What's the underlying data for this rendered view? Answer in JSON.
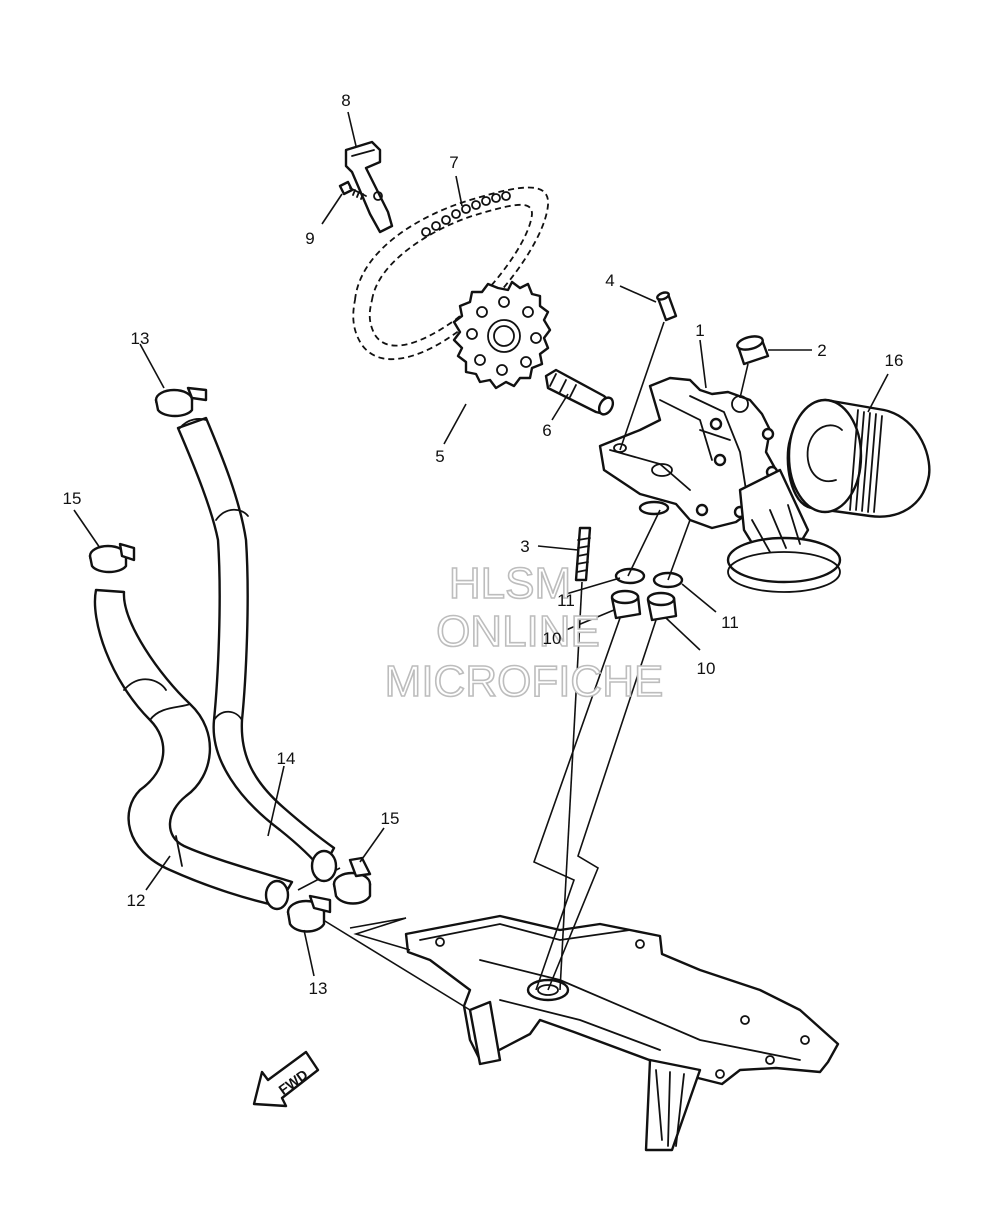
{
  "callouts": [
    {
      "id": "c1",
      "label": "1"
    },
    {
      "id": "c2",
      "label": "2"
    },
    {
      "id": "c3",
      "label": "3"
    },
    {
      "id": "c4",
      "label": "4"
    },
    {
      "id": "c5",
      "label": "5"
    },
    {
      "id": "c6",
      "label": "6"
    },
    {
      "id": "c7",
      "label": "7"
    },
    {
      "id": "c8",
      "label": "8"
    },
    {
      "id": "c9",
      "label": "9"
    },
    {
      "id": "c10a",
      "label": "10"
    },
    {
      "id": "c10b",
      "label": "10"
    },
    {
      "id": "c11a",
      "label": "11"
    },
    {
      "id": "c11b",
      "label": "11"
    },
    {
      "id": "c12",
      "label": "12"
    },
    {
      "id": "c13a",
      "label": "13"
    },
    {
      "id": "c13b",
      "label": "13"
    },
    {
      "id": "c14",
      "label": "14"
    },
    {
      "id": "c15a",
      "label": "15"
    },
    {
      "id": "c15b",
      "label": "15"
    },
    {
      "id": "c16",
      "label": "16"
    }
  ],
  "watermark": {
    "line1": "HLSM",
    "line2": "ONLINE",
    "line3": "MICROFICHE"
  },
  "fwd_label": "FWD"
}
